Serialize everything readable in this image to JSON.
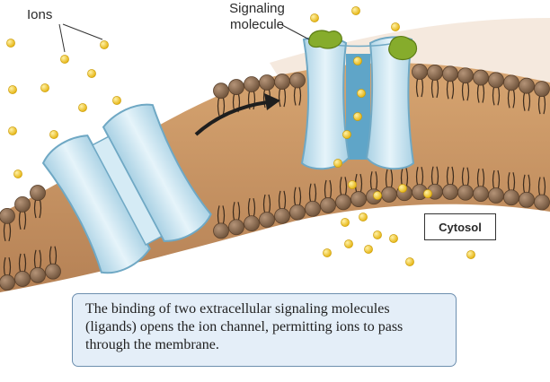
{
  "labels": {
    "ions": "Ions",
    "signaling_molecule_line1": "Signaling",
    "signaling_molecule_line2": "molecule",
    "cytosol": "Cytosol"
  },
  "caption": "The binding of two extracellular signaling molecules (ligands) opens the ion channel, permitting ions to pass through the membrane.",
  "colors": {
    "membrane": "#c9925e",
    "lipid_head": "#8b6a4b",
    "channel": "#bfe0ee",
    "ligand": "#86ac2c",
    "ion": "#f2c418",
    "caption_box": "#e4eef8"
  }
}
